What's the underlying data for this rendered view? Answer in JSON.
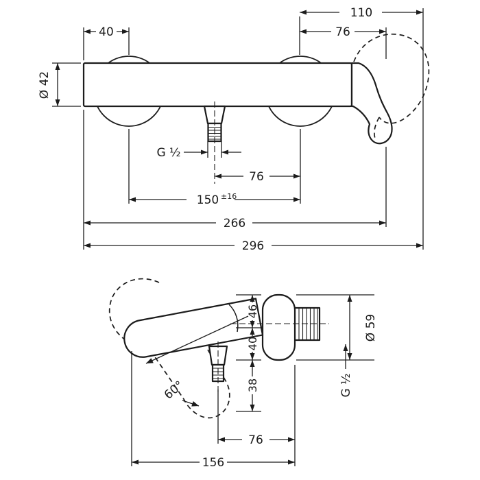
{
  "drawing": {
    "colors": {
      "line": "#1c1c1c",
      "background": "#ffffff"
    },
    "front": {
      "d110": "110",
      "d40": "40",
      "d76_top": "76",
      "d42": "Ø 42",
      "g_half": "G ½",
      "d76_bottom": "76",
      "d150": "150",
      "d150_tol": "±16",
      "d266": "266",
      "d296": "296"
    },
    "side": {
      "d46": "46",
      "d40": "40",
      "d38": "38",
      "d59": "Ø 59",
      "g_half": "G ½",
      "d60": "60°",
      "d76": "76",
      "d156": "156"
    }
  }
}
